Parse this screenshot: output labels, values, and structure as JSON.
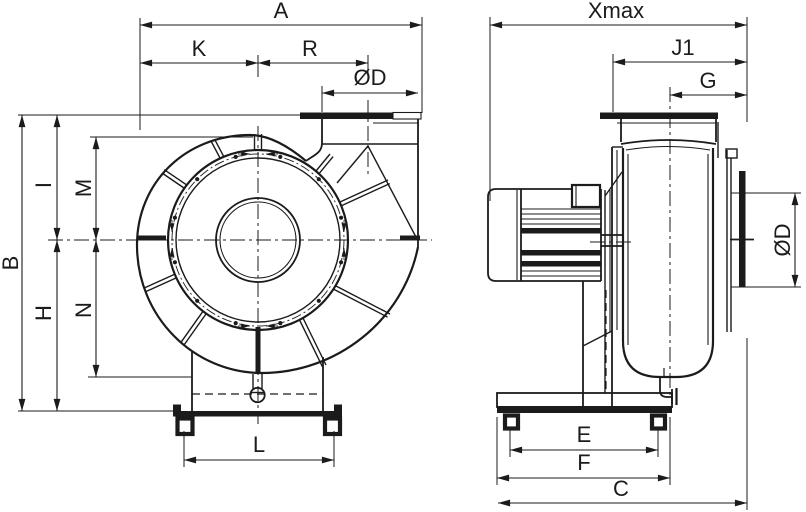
{
  "page": {
    "description": "Technical dimension drawing of a centrifugal fan (front and side views)",
    "background": "#ffffff",
    "line_color": "#1b1b1b"
  },
  "front_view": {
    "name": "front-view",
    "dim_labels": {
      "a": "A",
      "k": "K",
      "r": "R",
      "od": "ØD",
      "b": "B",
      "i": "I",
      "m": "M",
      "h": "H",
      "n": "N",
      "l": "L"
    }
  },
  "side_view": {
    "name": "side-view",
    "dim_labels": {
      "xmax": "Xmax",
      "j1": "J1",
      "g": "G",
      "od": "ØD",
      "e": "E",
      "f": "F",
      "c": "C"
    }
  }
}
